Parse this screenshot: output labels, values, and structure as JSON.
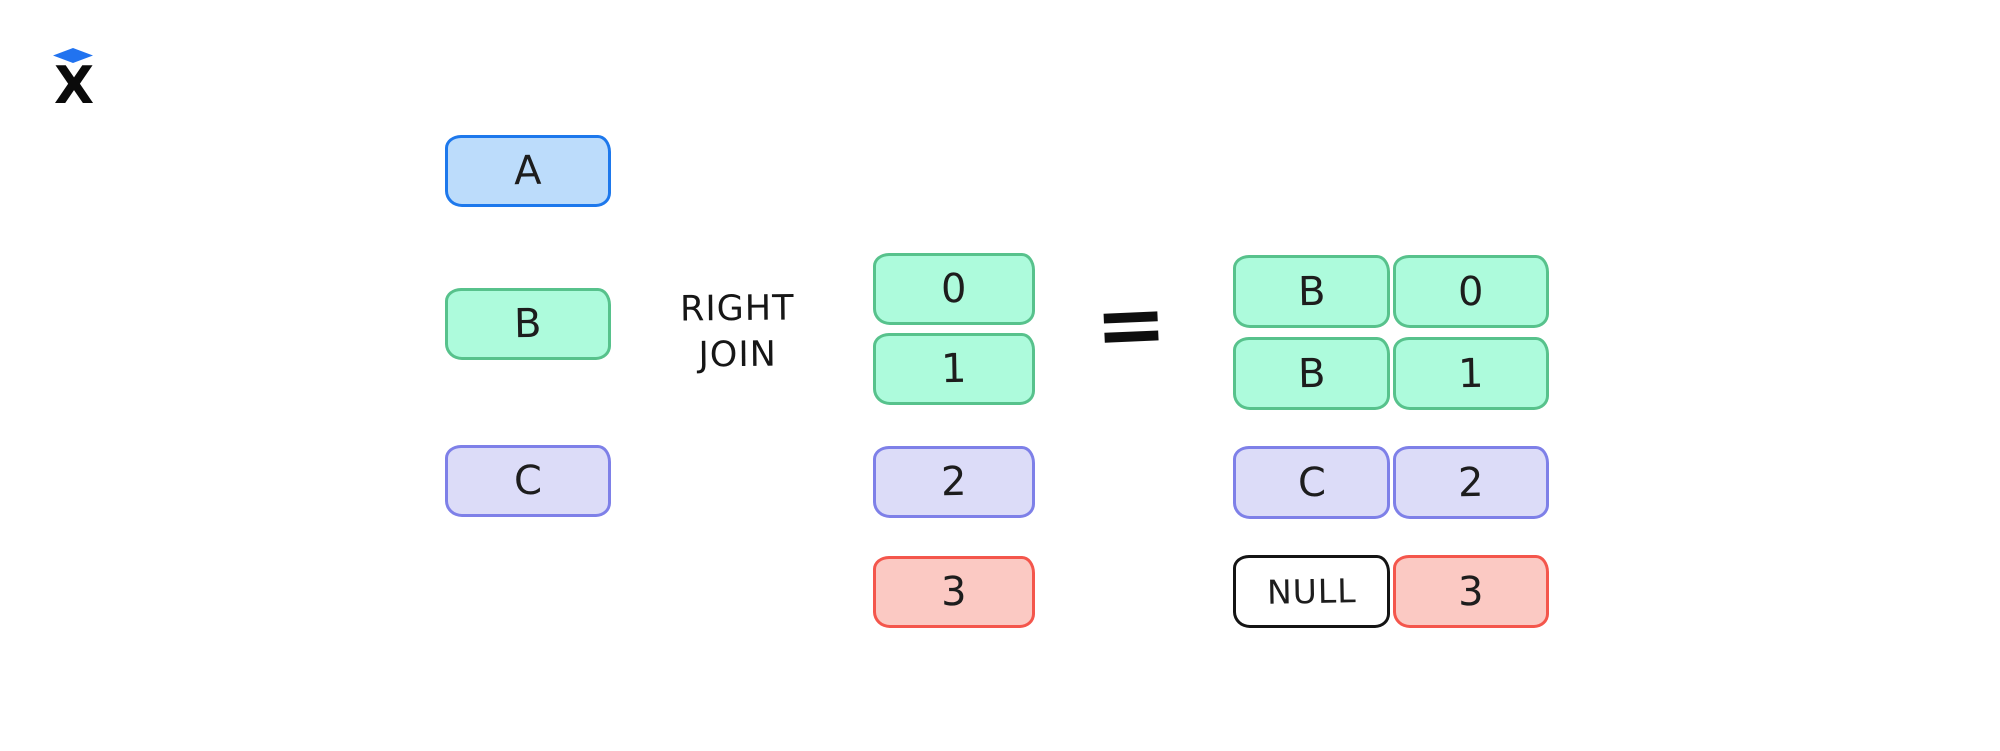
{
  "page": {
    "background": "#ffffff"
  },
  "logo": {
    "letter": "X",
    "diamond_color": "#2173f0"
  },
  "diagram": {
    "operator": {
      "line1": "RIGHT",
      "line2": "JOIN"
    },
    "equals_symbol": "=",
    "colors": {
      "blue": {
        "fill": "#bcdcfb",
        "border": "#1d78ec"
      },
      "green": {
        "fill": "#adfbdc",
        "border": "#57c28c"
      },
      "purple": {
        "fill": "#dcdcf8",
        "border": "#7e80e8"
      },
      "red": {
        "fill": "#fbc9c3",
        "border": "#f4564c"
      },
      "null": {
        "fill": "#ffffff",
        "border": "#141414"
      }
    },
    "left_table": [
      {
        "label": "A",
        "color": "blue"
      },
      {
        "label": "B",
        "color": "green"
      },
      {
        "label": "C",
        "color": "purple"
      }
    ],
    "right_table": [
      {
        "label": "0",
        "color": "green"
      },
      {
        "label": "1",
        "color": "green"
      },
      {
        "label": "2",
        "color": "purple"
      },
      {
        "label": "3",
        "color": "red"
      }
    ],
    "result_rows": [
      {
        "left": {
          "label": "B",
          "color": "green"
        },
        "right": {
          "label": "0",
          "color": "green"
        }
      },
      {
        "left": {
          "label": "B",
          "color": "green"
        },
        "right": {
          "label": "1",
          "color": "green"
        }
      },
      {
        "left": {
          "label": "C",
          "color": "purple"
        },
        "right": {
          "label": "2",
          "color": "purple"
        }
      },
      {
        "left": {
          "label": "NULL",
          "color": "null"
        },
        "right": {
          "label": "3",
          "color": "red"
        }
      }
    ]
  }
}
